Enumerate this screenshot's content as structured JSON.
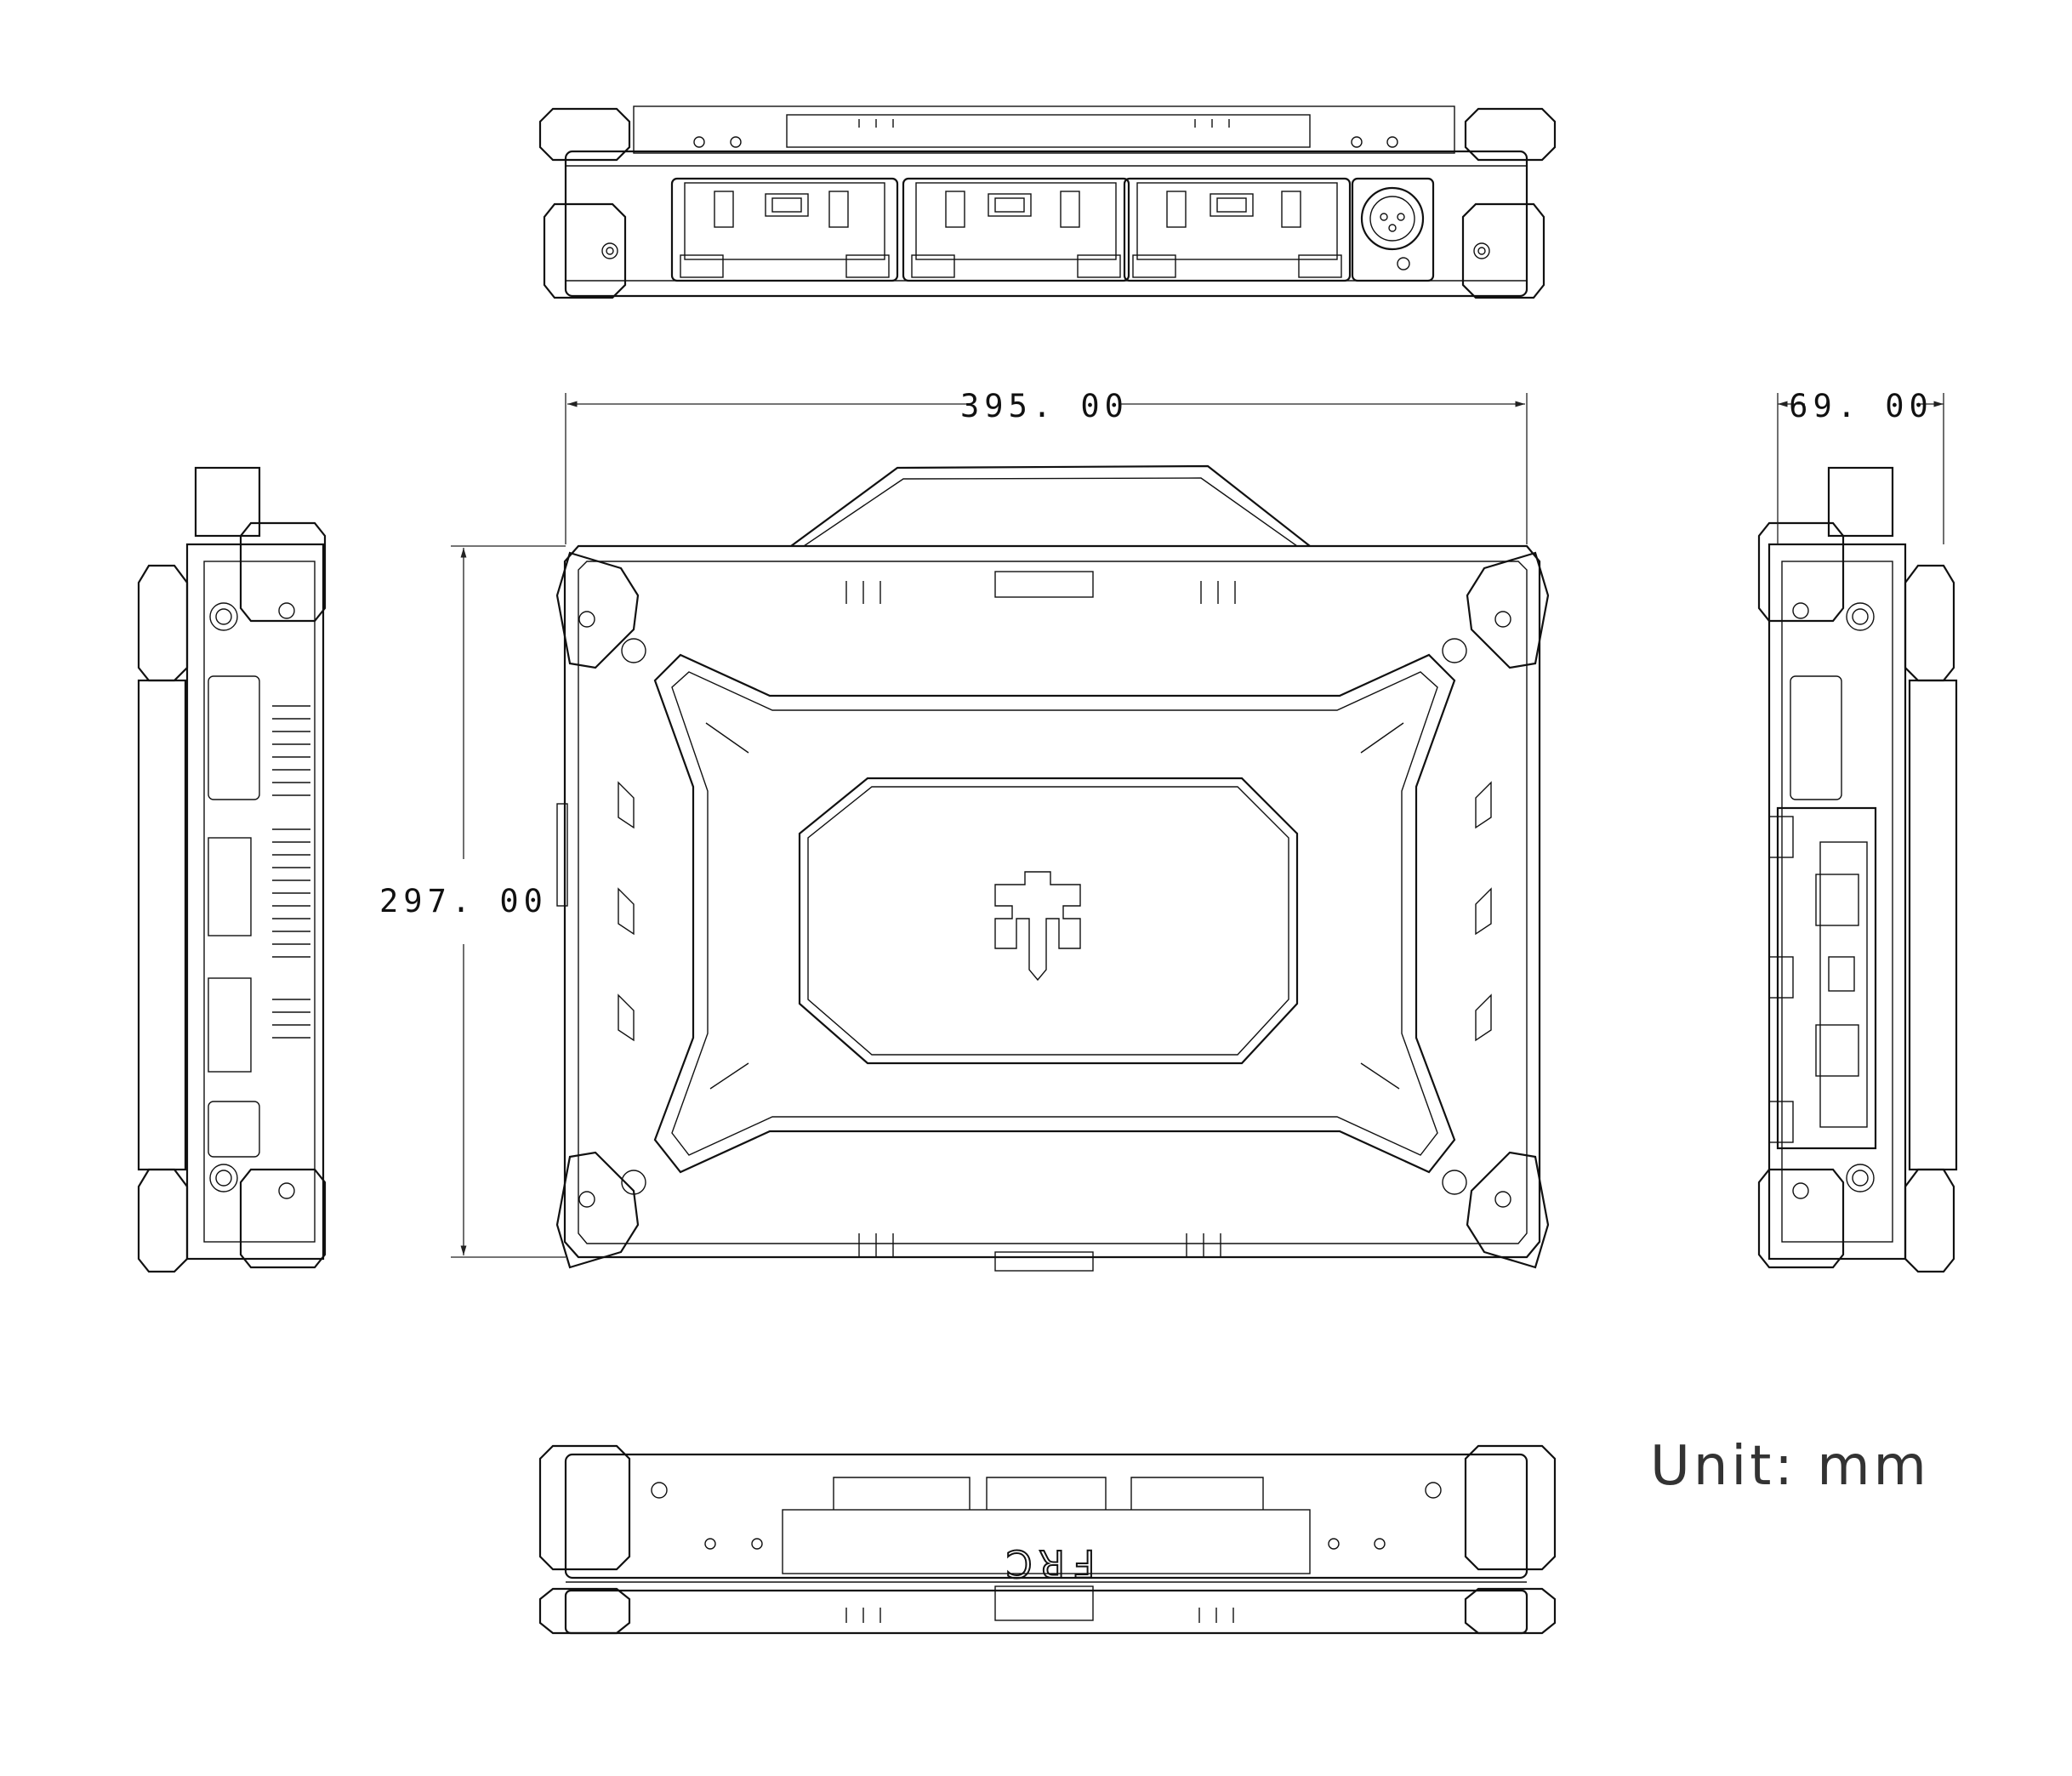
{
  "dimensions": {
    "width": "395. 00",
    "height": "297. 00",
    "depth": "69. 00"
  },
  "unit_label": "Unit:  mm",
  "logo_text": "FRC",
  "colors": {
    "line": "#111111",
    "background": "#ffffff"
  }
}
